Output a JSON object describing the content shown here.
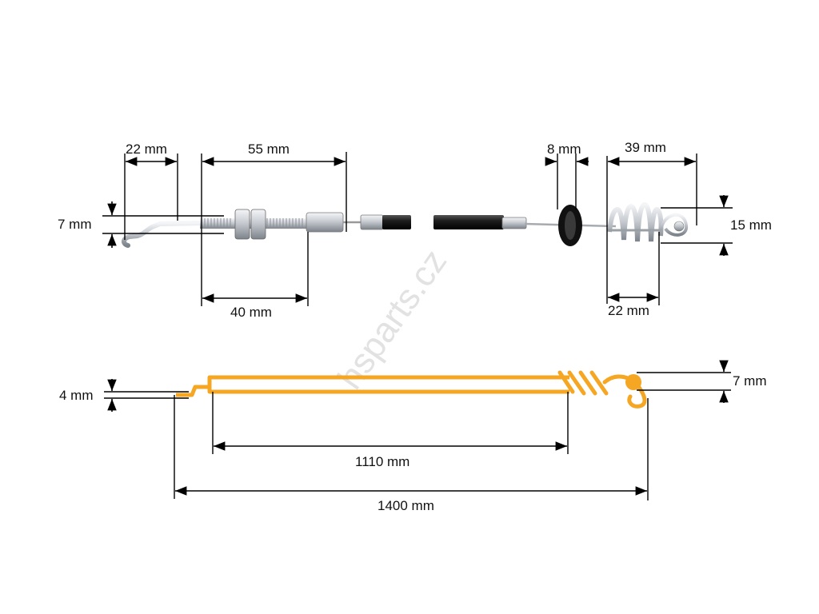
{
  "watermark": "hsparts.cz",
  "labels": {
    "hook_length": "22 mm",
    "thread_total": "55 mm",
    "hook_height": "7 mm",
    "thread_length": "40 mm",
    "grommet_width": "8 mm",
    "spring_total": "39 mm",
    "spring_height": "15 mm",
    "spring_length": "22 mm",
    "left_offset": "4 mm",
    "inner_length": "1110 mm",
    "right_hook": "7 mm",
    "total_length": "1400 mm"
  },
  "colors": {
    "cable_diagram": "#f5a623",
    "sheath": "#1a1a1a",
    "metal": "#b8bcc2",
    "dimension": "#000000"
  }
}
